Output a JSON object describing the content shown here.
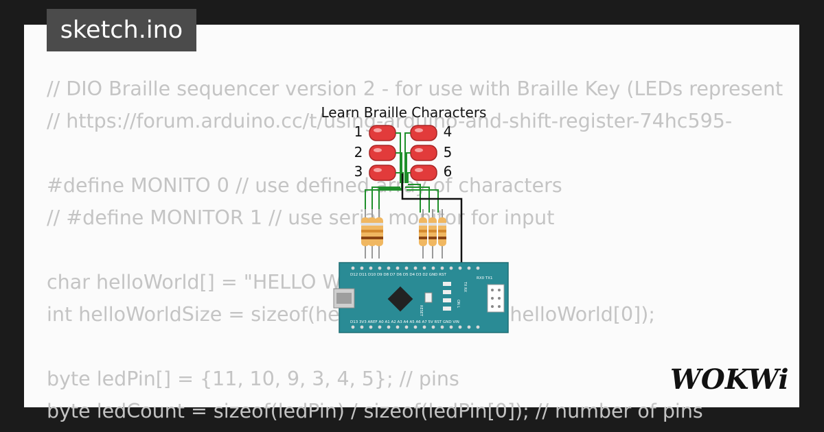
{
  "file_tab": {
    "label": "sketch.ino"
  },
  "code_lines": [
    "// DIO Braille sequencer version 2 - for use with Braille Key (LEDs represent",
    "// https://forum.arduino.cc/t/using-arduino-and-shift-register-74hc595-",
    "",
    "#define MONITO 0 // use defined array of characters",
    "// #define MONITOR 1 // use serial monitor for input",
    "",
    "char helloWorld[] = \"HELLO WORLD\";",
    "int helloWorldSize = sizeof(helloWorld) / sizeof(helloWorld[0]);",
    "",
    "byte ledPin[] = {11, 10, 9, 3, 4, 5}; // pins",
    "byte ledCount = sizeof(ledPin) / sizeof(ledPin[0]); // number of pins"
  ],
  "circuit": {
    "title": "Learn Braille Characters",
    "led_labels_left": [
      "1",
      "2",
      "3"
    ],
    "led_labels_right": [
      "4",
      "5",
      "6"
    ],
    "board": {
      "top_pins": "D12 D11 D10 D9 D8 D7 D6 D5 D4 D3 D2 GND RST",
      "bottom_pins": "D13 3V3 AREF A0 A1 A2 A3 A4 A5 A6 A7 5V RST GND VIN",
      "reset_label": "RESET",
      "tx_rx_label": "TX RX",
      "pwr_l_label": "ON L",
      "rx0_tx1_label": "RX0 TX1"
    }
  },
  "brand": {
    "name": "WOKWi"
  },
  "colors": {
    "background": "#1b1b1b",
    "panel": "#fbfbfb",
    "code_text": "#c4c4c4",
    "tab_bg": "#4b4b4b",
    "board": "#2a8b95",
    "led": "#e23b3b",
    "wire_green": "#1e8f2a",
    "wire_black": "#111111"
  }
}
